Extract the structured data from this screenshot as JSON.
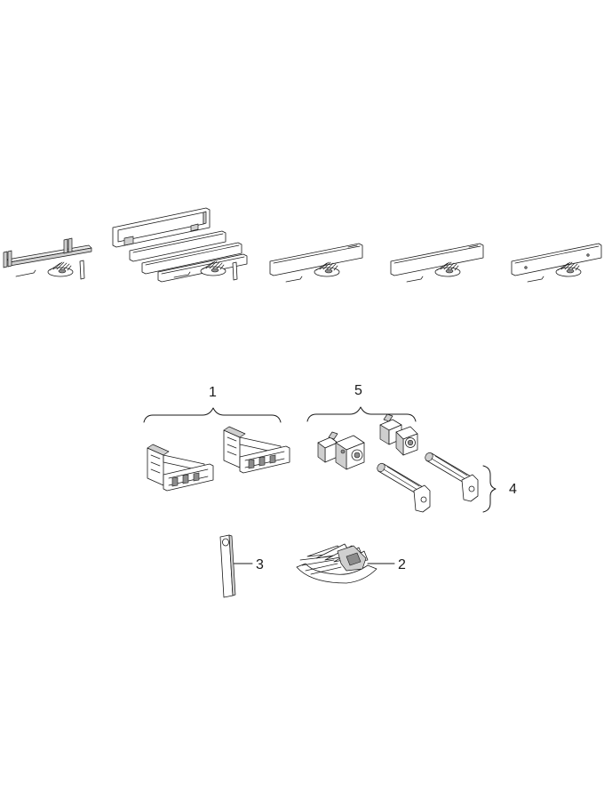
{
  "callouts": {
    "c1": "1",
    "c2": "2",
    "c3": "3",
    "c4": "4",
    "c5": "5"
  },
  "colors": {
    "line": "#1a1a1a",
    "shade": "#cfcfcf",
    "background": "#ffffff"
  }
}
